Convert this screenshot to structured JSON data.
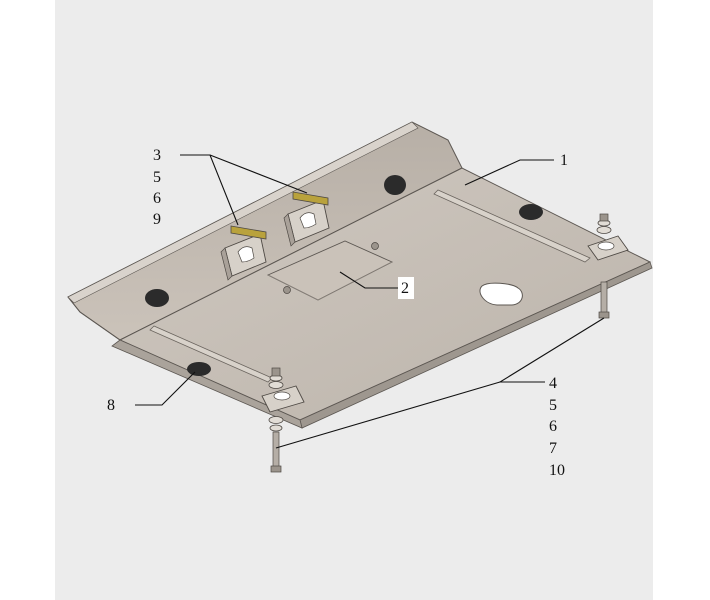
{
  "diagram": {
    "callouts_top_left": [
      "3",
      "5",
      "6",
      "9"
    ],
    "callout_top_right": "1",
    "callout_center": "2",
    "callout_left": "8",
    "callouts_bottom_right": [
      "4",
      "5",
      "6",
      "7",
      "10"
    ]
  },
  "colors": {
    "background": "#ececec",
    "plate_top": "#c7bfb6",
    "plate_edge": "#a9a199",
    "bracket_yellow": "#b9a23c",
    "hole": "#2b2b2b"
  }
}
